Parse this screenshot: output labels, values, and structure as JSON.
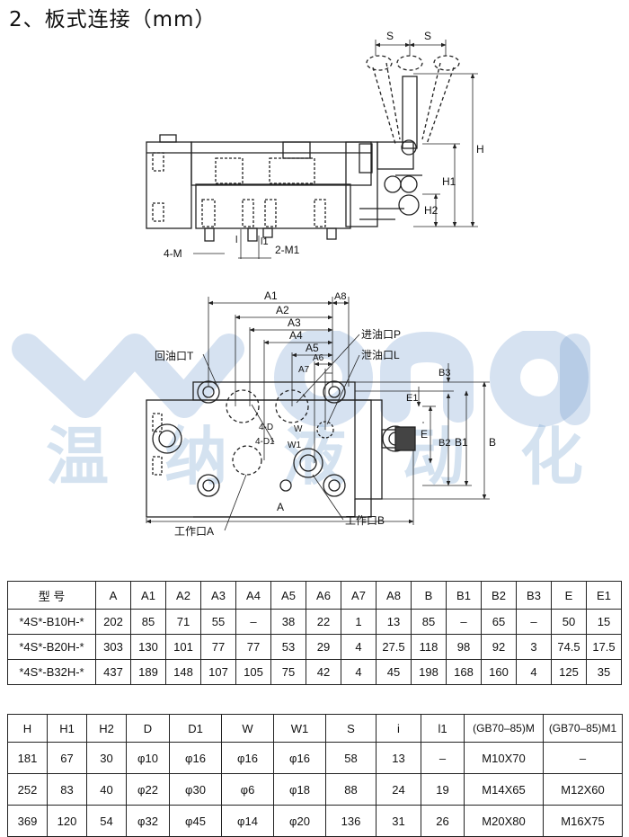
{
  "title": "2、板式连接（mm）",
  "drawing_labels": {
    "S": "S",
    "H": "H",
    "H1": "H1",
    "H2": "H2",
    "l": "l",
    "l1": "l1",
    "m4": "4-M",
    "m2": "2-M1",
    "A": "A",
    "A1": "A1",
    "A2": "A2",
    "A3": "A3",
    "A4": "A4",
    "A5": "A5",
    "A6": "A6",
    "A7": "A7",
    "A8": "A8",
    "B": "B",
    "B1": "B1",
    "B2": "B2",
    "B3": "B3",
    "E": "E",
    "E1": "E1",
    "return_port": "回油口T",
    "inlet_port": "进油口P",
    "drain_port": "泄油口L",
    "work_a": "工作口A",
    "work_b": "工作口B",
    "d4": "4-D",
    "d4_1": "4-D1",
    "W": "W",
    "W1": "W1"
  },
  "watermark": {
    "latin": "wona",
    "chars": [
      "温",
      "纳",
      "液",
      "动",
      "化"
    ]
  },
  "table1": {
    "headers": [
      "型 号",
      "A",
      "A1",
      "A2",
      "A3",
      "A4",
      "A5",
      "A6",
      "A7",
      "A8",
      "B",
      "B1",
      "B2",
      "B3",
      "E",
      "E1"
    ],
    "rows": [
      [
        "*4S*-B10H-*",
        "202",
        "85",
        "71",
        "55",
        "–",
        "38",
        "22",
        "1",
        "13",
        "85",
        "–",
        "65",
        "–",
        "50",
        "15"
      ],
      [
        "*4S*-B20H-*",
        "303",
        "130",
        "101",
        "77",
        "77",
        "53",
        "29",
        "4",
        "27.5",
        "118",
        "98",
        "92",
        "3",
        "74.5",
        "17.5"
      ],
      [
        "*4S*-B32H-*",
        "437",
        "189",
        "148",
        "107",
        "105",
        "75",
        "42",
        "4",
        "45",
        "198",
        "168",
        "160",
        "4",
        "125",
        "35"
      ]
    ]
  },
  "table2": {
    "headers": [
      "H",
      "H1",
      "H2",
      "D",
      "D1",
      "W",
      "W1",
      "S",
      "i",
      "l1",
      "(GB70–85)M",
      "(GB70–85)M1"
    ],
    "rows": [
      [
        "181",
        "67",
        "30",
        "φ10",
        "φ16",
        "φ16",
        "φ16",
        "58",
        "13",
        "–",
        "M10X70",
        "–"
      ],
      [
        "252",
        "83",
        "40",
        "φ22",
        "φ30",
        "φ6",
        "φ18",
        "88",
        "24",
        "19",
        "M14X65",
        "M12X60"
      ],
      [
        "369",
        "120",
        "54",
        "φ32",
        "φ45",
        "φ14",
        "φ20",
        "136",
        "31",
        "26",
        "M20X80",
        "M16X75"
      ]
    ]
  }
}
